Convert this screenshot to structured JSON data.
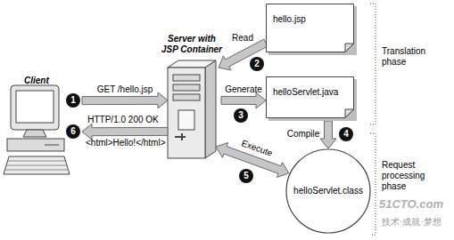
{
  "diagram": {
    "nodes": [
      {
        "text": [
          "Client"
        ]
      },
      {
        "text": [
          "Server with JSP Container"
        ]
      },
      {
        "text": [
          "hello.jsp"
        ]
      },
      {
        "text": [
          "helloServlet.java"
        ]
      },
      {
        "text": [
          "helloServlet.class"
        ]
      }
    ],
    "edges": [
      {
        "from": 0,
        "to": 1,
        "arrow": "to",
        "label": "GET /hello.jsp"
      },
      {
        "from": 2,
        "to": 1,
        "arrow": "to",
        "label": "Read"
      },
      {
        "from": 1,
        "to": 3,
        "arrow": "to",
        "label": "Generate"
      },
      {
        "from": 3,
        "to": 4,
        "arrow": "to",
        "label": "Compile"
      },
      {
        "from": 1,
        "to": 4,
        "arrow": "both",
        "label": "Execute"
      },
      {
        "from": 1,
        "to": 0,
        "arrow": "to",
        "label": "HTTP/1.0 200 OK"
      }
    ],
    "labels": [
      "1",
      "2",
      "3",
      "4",
      "5",
      "6",
      "<html>Hello!</html>",
      "Translation phase",
      "Request processing phase",
      "51CTO.com",
      "技术·成就·梦想"
    ]
  }
}
